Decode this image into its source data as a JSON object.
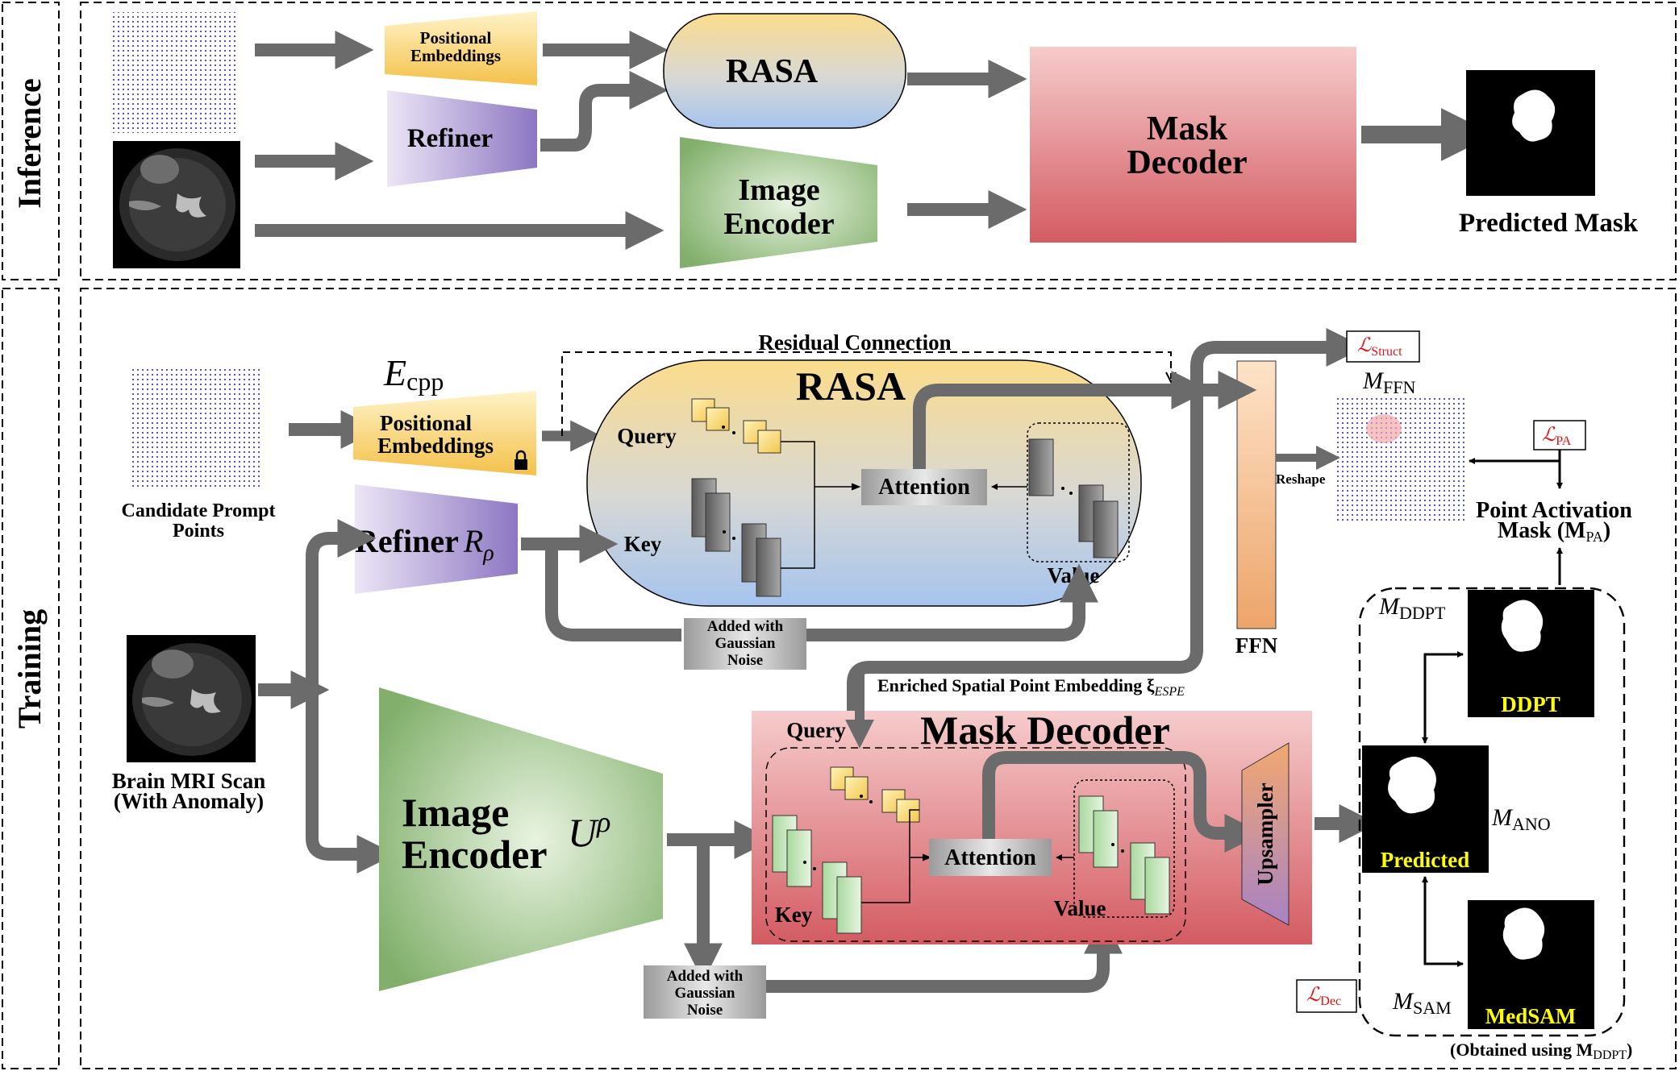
{
  "sections": {
    "inference": "Inference",
    "training": "Training"
  },
  "inference": {
    "positional_embeddings": "Positional Embeddings",
    "refiner": "Refiner",
    "rasa": "RASA",
    "image_encoder": "Image Encoder",
    "mask_decoder": "Mask Decoder",
    "predicted_mask": "Predicted Mask"
  },
  "training": {
    "e_cpp_main": "E",
    "e_cpp_sub": "cpp",
    "positional_embeddings": "Positional Embeddings",
    "candidate_prompt_points": "Candidate Prompt Points",
    "refiner_label": "Refiner",
    "refiner_sym": "R",
    "refiner_sub": "ρ",
    "brain_mri": "Brain MRI Scan",
    "with_anomaly": "(With Anomaly)",
    "residual_connection": "Residual Connection",
    "rasa_title": "RASA",
    "query": "Query",
    "key": "Key",
    "value": "Value",
    "attention": "Attention",
    "added_noise_top": "Added with Gaussian Noise",
    "ffn": "FFN",
    "reshape": "Reshape",
    "loss_struct": "ℒ",
    "loss_struct_sub": "Struct",
    "m_ffn": "M",
    "m_ffn_sub": "FFN",
    "loss_pa": "ℒ",
    "loss_pa_sub": "PA",
    "point_activation": "Point Activation",
    "mask_mpa": "Mask (M",
    "mask_mpa_sub": "PA",
    "mask_mpa_end": ")",
    "enriched": "Enriched Spatial Point Embedding ξ",
    "enriched_sub": "ESPE",
    "image_encoder": "Image Encoder",
    "u_rho": "U",
    "u_rho_sub": "ρ",
    "mask_decoder": "Mask Decoder",
    "md_query": "Query",
    "md_key": "Key",
    "md_value": "Value",
    "md_attention": "Attention",
    "upsampler": "Upsampler",
    "added_noise_bottom": "Added with Gaussian Noise",
    "m_ddpt": "M",
    "m_ddpt_sub": "DDPT",
    "ddpt": "DDPT",
    "m_ano": "M",
    "m_ano_sub": "ANO",
    "predicted": "Predicted",
    "m_sam": "M",
    "m_sam_sub": "SAM",
    "medsam": "MedSAM",
    "loss_dec": "ℒ",
    "loss_dec_sub": "Dec",
    "obtained": "(Obtained using M",
    "obtained_sub": "DDPT",
    "obtained_end": ")"
  },
  "colors": {
    "arrow": "#6b6b6b",
    "loss_red": "#e01010",
    "label_yellow": "#ffff00"
  }
}
